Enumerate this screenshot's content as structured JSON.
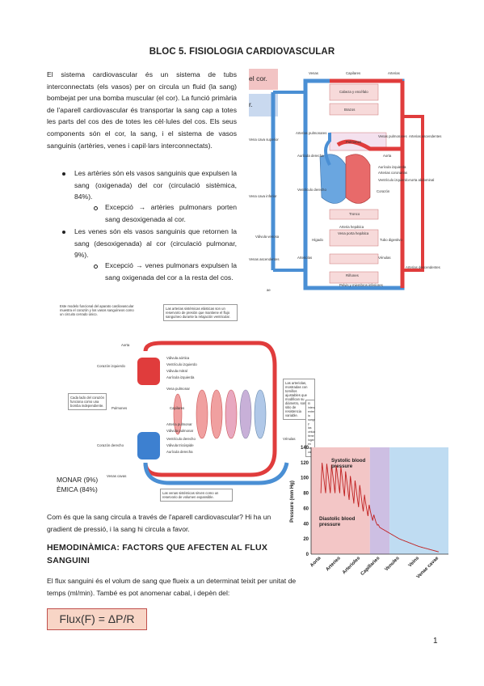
{
  "title": "BLOC 5. FISIOLOGIA CARDIOVASCULAR",
  "intro": "El sistema cardiovascular és un sistema de tubs interconnectats (els vasos) per on circula un fluid (la sang) bombejat per una bomba muscular (el cor). La funció primària de l'aparell cardiovascular és transportar la sang cap a totes les parts del cos des de totes les cèl·lules del cos. Els seus components són el cor, la sang, i el sistema de vasos sanguinis (artèries, venes i capil·lars interconnectats).",
  "bullets": [
    {
      "text": "Les artèries són els vasos sanguinis que expulsen la sang (oxigenada) del cor (circulació sistèmica, 84%).",
      "sub": "Excepció → artèries pulmonars porten sang desoxigenada al cor."
    },
    {
      "text": "Les venes són els vasos sanguinis que retornen la sang (desoxigenada) al cor (circulació pulmonar, 9%).",
      "sub": "Excepció → venes pulmonars expulsen la sang oxigenada del cor a la resta del cos."
    }
  ],
  "overlap": {
    "red": "el cor.",
    "blue": "r."
  },
  "fig1": {
    "labels": {
      "venas": "Venas",
      "capilares": "Capilares",
      "arterias": "Arterias",
      "cabeza": "Cabeza y encéfalo",
      "brazos": "Brazos",
      "vena_cava_sup": "Vena cava superior",
      "arterias_pulm": "Arterias pulmonares",
      "pulmones": "Pulmones",
      "venas_pulm": "Venas pulmonares",
      "arterias_asc": "Arterias ascendentes",
      "auricula_der": "Aurícula derecha",
      "aorta": "Aorta",
      "auricula_izq": "Aurícula izquierda",
      "arterias_cor": "Arterias coronarias",
      "ventriculo_izq": "Ventrículo izquierdo",
      "aorta_abd": "Aorta abdominal",
      "ventriculo_der": "Ventrículo derecho",
      "corazon": "Corazón",
      "vena_cava_inf": "Vena cava inferior",
      "tronco": "Tronco",
      "arteria_hep": "Arteria hepática",
      "vena_porta": "Vena porta hepática",
      "higado": "Hígado",
      "valvula_venosa": "Válvula venosa",
      "tubo_dig": "Tubo digestivo",
      "venas_asc": "Venas ascendentes",
      "arteriolas": "Arteriolas",
      "venulas": "Vénulas",
      "arterias_desc": "Arterias descendentes",
      "rinones": "Riñones",
      "pelvis": "Pelvis y miembros inferiores",
      "ae": "ae"
    }
  },
  "fig2": {
    "intro_note": "Este modelo funcional del aparato cardiovascular muestra el corazón y los vasos sanguíneos como un circuito cerrado único.",
    "top_note": "Las arterias sistémicas elásticas son un reservorio de presión que mantiene el flujo sanguíneo durante la relajación ventricular.",
    "right_note1": "Las arteriolas, mostradas con tornillos ajustables que modifican su diámetro, son el sitio de resistencia variable.",
    "right_note2": "El intercambio entre la sangre y las células tiene lugar en los capilares.",
    "left_note": "Cada lado del corazón funciona como una bomba independiente.",
    "bottom_note": "Las venas sistémicas sirven como un reservorio de volumen expansible.",
    "labels": {
      "aorta": "Aorta",
      "valvula_aortica": "Válvula aórtica",
      "ventriculo_izq": "Ventrículo izquierdo",
      "valvula_mitral": "Válvula mitral",
      "auricula_izq": "Aurícula izquierda",
      "vena_pulmonar": "Vena pulmonar",
      "corazon_izq": "Corazón izquierdo",
      "pulmones": "Pulmones",
      "capilares": "Capilares",
      "arteria_pulmonar": "Arteria pulmonar",
      "valvula_pulmonar": "Válvula pulmonar",
      "corazon_der": "Corazón derecho",
      "ventriculo_der": "Ventrículo derecho",
      "valvula_tricuspide": "Válvula tricúspide",
      "auricula_der": "Aurícula derecha",
      "venas_cavas": "Venas cavas",
      "venulas": "Vénulas"
    },
    "overlap1": "MONAR (9%)",
    "overlap2": "ÈMICA (84%)"
  },
  "chart_data": {
    "type": "line",
    "ylabel": "Pressure (mm Hg)",
    "ylim": [
      0,
      140
    ],
    "yticks": [
      "0",
      "20",
      "40",
      "60",
      "80",
      "100",
      "120",
      "140"
    ],
    "categories": [
      "Aorta",
      "Arteries",
      "Arterioles",
      "Capillaries",
      "Venules",
      "Veins",
      "Venae cavae"
    ],
    "series": [
      {
        "name": "Systolic blood pressure",
        "values": [
          120,
          115,
          90,
          35,
          20,
          10,
          3
        ]
      },
      {
        "name": "Diastolic blood pressure",
        "values": [
          80,
          80,
          60,
          35,
          20,
          10,
          3
        ]
      }
    ],
    "bands": {
      "red": "#f3c6c6",
      "purple": "#cdbfe3",
      "blue": "#bfdcf2"
    },
    "labels": {
      "systolic": "Systolic blood pressure",
      "diastolic": "Diastolic blood pressure"
    }
  },
  "question": "Com és que la sang circula a través de l'aparell cardiovascular? Hi ha un gradient de pressió, i la sang hi circula a favor.",
  "heading": "HEMODINÀMICA: FACTORS QUE AFECTEN AL FLUX SANGUINI",
  "para": "El flux sanguini és el volum de sang que flueix a un determinat teixit per unitat de temps (ml/min). També es pot anomenar cabal, i depèn del:",
  "formula": "Flux(F) = ΔP/R",
  "page_number": "1",
  "colors": {
    "artery": "#e03c3c",
    "vein": "#4a8fd4",
    "formula_bg": "#f8d5c6",
    "formula_border": "#c0504d"
  }
}
